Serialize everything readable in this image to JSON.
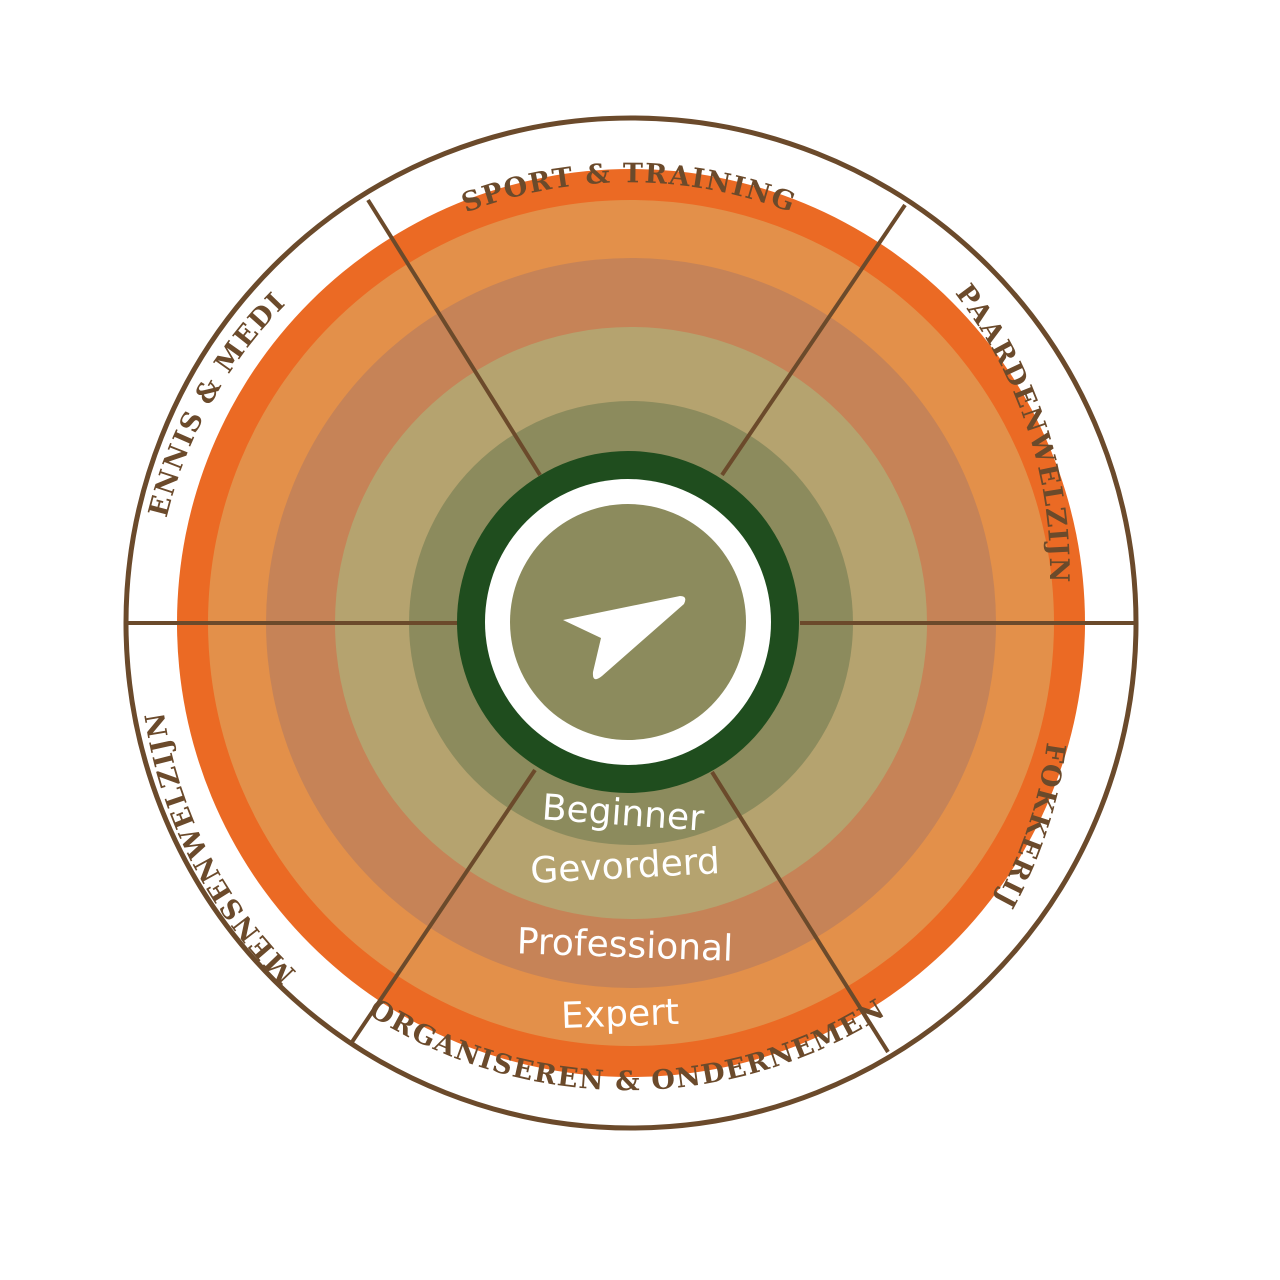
{
  "segments": [
    {
      "label": "SPORT & TRAINING"
    },
    {
      "label": "PAARDENWELZIJN"
    },
    {
      "label": "FOKKERIJ"
    },
    {
      "label": "ORGANISEREN & ONDERNEMEN"
    },
    {
      "label": "MENSENWELZIJN"
    },
    {
      "label": "KENNIS & MEDIA"
    }
  ],
  "levels": [
    {
      "label": "Beginner",
      "color": "#8c8b5d"
    },
    {
      "label": "Gevorderd",
      "color": "#b5a36f"
    },
    {
      "label": "Professional",
      "color": "#c68357"
    },
    {
      "label": "Expert",
      "color": "#e3904a"
    }
  ],
  "colors": {
    "outer_band": "#eb6a24",
    "ring_line": "#6b4a2b",
    "center_ring": "#1f4d1e",
    "center_fill": "#8c8b5d",
    "center_icon": "#ffffff",
    "background": "#ffffff"
  },
  "center_icon": "navigation-arrow-icon"
}
